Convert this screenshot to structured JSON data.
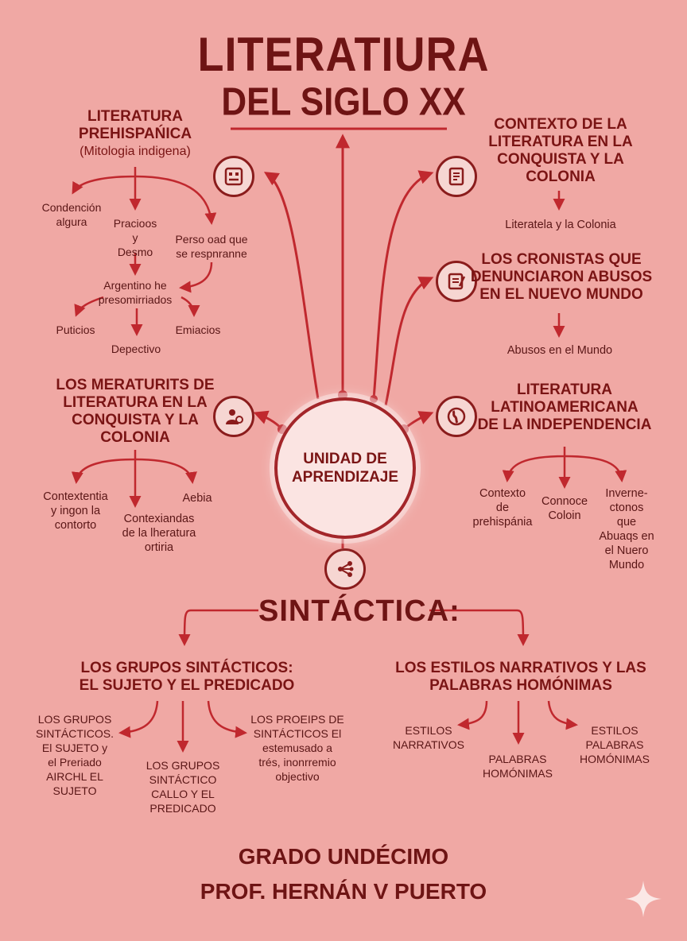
{
  "title": {
    "line1": "LITERATIURA",
    "line2": "DEL SIGLO XX"
  },
  "hub": {
    "line1": "UNIDAD DE",
    "line2": "APRENDIZAJE"
  },
  "left_top": {
    "header": [
      "LITERATURA",
      "PREHISPAŃICA"
    ],
    "sub": "(Mitologia indigena)",
    "items": {
      "a": [
        "Condención",
        "algura"
      ],
      "b": [
        "Pracioos",
        "y",
        "Desmo"
      ],
      "c": [
        "Perso oad que",
        "se respnranne"
      ],
      "d": [
        "Argentino he",
        "presomirriados"
      ],
      "e": "Puticios",
      "f": "Depectivo",
      "g": "Emiacios"
    }
  },
  "left_mid": {
    "header": [
      "LOS MERATURITS DE",
      "LITERATURA EN LA",
      "CONQUISTA Y LA",
      "COLONIA"
    ],
    "items": {
      "a": [
        "Contextentia",
        "y ingon la",
        "contorto"
      ],
      "b": [
        "Contexiandas",
        "de la lheratura",
        "ortiria"
      ],
      "c": "Aebia"
    }
  },
  "right_top": {
    "header": [
      "CONTEXTO DE LA",
      "LITERATURA EN LA",
      "CONQUISTA Y LA",
      "COLONIA"
    ],
    "item": "Literatela y la Colonia"
  },
  "right_mid": {
    "header": [
      "LOS CRONISTAS QUE",
      "DENUNCIARON ABUSOS",
      "EN EL NUEVO MUNDO"
    ],
    "item": "Abusos en el Mundo"
  },
  "right_low": {
    "header": [
      "LITERATURA",
      "LATINOAMERICANA",
      "DE LA INDEPENDENCIA"
    ],
    "items": {
      "a": [
        "Contexto",
        "de",
        "prehispánia"
      ],
      "b": [
        "Connoce",
        "Coloin"
      ],
      "c": [
        "Inverne-",
        "ctonos",
        "que",
        "Abuaqs en",
        "el Nuero",
        "Mundo"
      ]
    }
  },
  "syntax": {
    "label": "SINTÁCTICA:",
    "left": {
      "header": [
        "LOS GRUPOS SINTÁCTICOS:",
        "EL SUJETO Y EL PREDICADO"
      ],
      "a": [
        "LOS GRUPOS",
        "SINTÁCTICOS.",
        "El SUJETO y",
        "el Preriado",
        "AIRCHL EL",
        "SUJETO"
      ],
      "b": [
        "LOS GRUPOS",
        "SINTÁCTICO",
        "CALLO Y EL",
        "PREDICADO"
      ],
      "c": [
        "LOS PROEIPS DE",
        "SINTÁCTICOS El",
        "estemusado a",
        "trés, inonrremio",
        "objectivo"
      ]
    },
    "right": {
      "header": [
        "LOS ESTILOS NARRATIVOS Y LAS",
        "PALABRAS HOMÓNIMAS"
      ],
      "a": [
        "ESTILOS",
        "NARRATIVOS"
      ],
      "b": [
        "PALABRAS",
        "HOMÓNIMAS"
      ],
      "c": [
        "ESTILOS",
        "PALABRAS",
        "HOMÓNIMAS"
      ]
    }
  },
  "footer": {
    "line1": "GRADO UNDÉCIMO",
    "line2": "PROF. HERNÁN V PUERTO"
  },
  "icons": [
    "mask-icon",
    "document-icon",
    "chronicle-icon",
    "conquistador-icon",
    "globe-americas-icon",
    "share-network-icon",
    "sparkle-icon"
  ],
  "colors": {
    "background": "#f0a8a4",
    "line": "#c0282e",
    "text": "#7a1414",
    "hub_fill": "#fbe4e2"
  }
}
